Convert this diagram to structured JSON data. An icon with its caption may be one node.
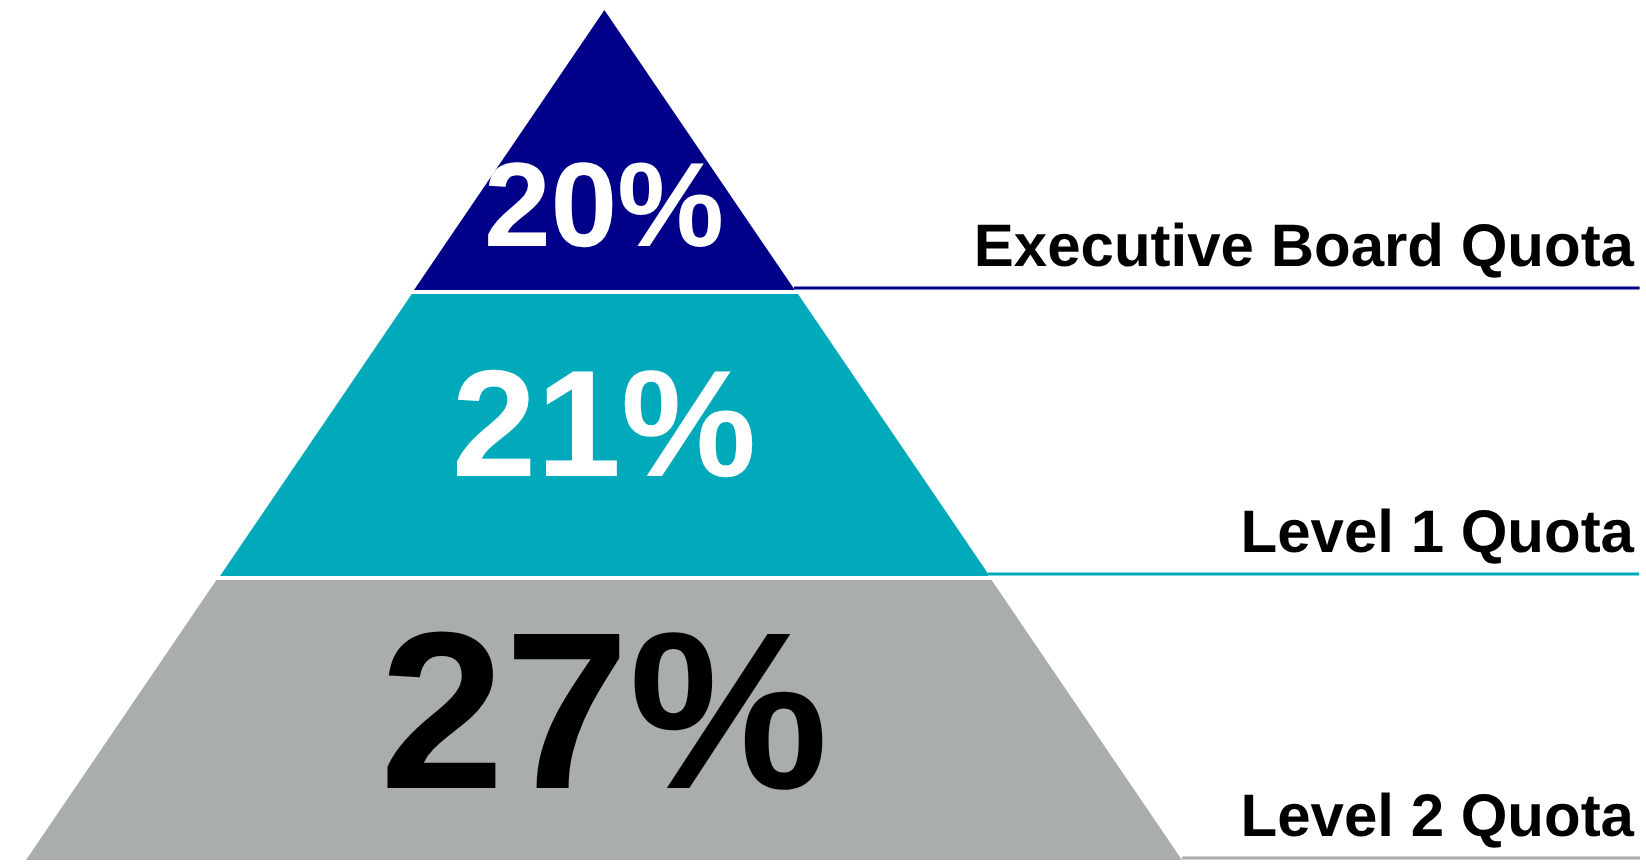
{
  "diagram": {
    "nodes": [
      {
        "text": [
          "20%"
        ]
      },
      {
        "text": [
          "21%"
        ]
      },
      {
        "text": [
          "27%"
        ]
      }
    ],
    "labels": [
      "Executive Board Quota",
      "Level 1 Quota",
      "Level 2 Quota"
    ]
  }
}
